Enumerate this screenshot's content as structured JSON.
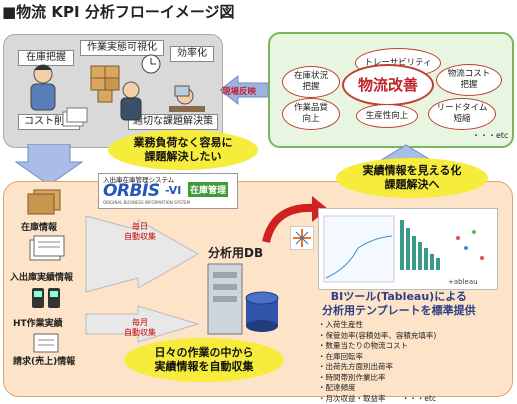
{
  "title": "■物流 KPI 分析フローイメージ図",
  "gray": {
    "labels": {
      "stock": "在庫把握",
      "visual": "作業実態可視化",
      "efficiency": "効率化",
      "cost": "コスト削減",
      "decision": "適切な課題解決策"
    }
  },
  "arrow_label": "現場反映",
  "green": {
    "center": "物流改善",
    "items": {
      "trace": "トレーサビリティ",
      "stock": "在庫状況\n把握",
      "cost": "物流コスト\n把握",
      "quality": "作業品質\n向上",
      "productivity": "生産性向上",
      "leadtime": "リードタイム\n短縮"
    },
    "etc": "etc"
  },
  "bubbles": {
    "left": "業務負荷なく容易に\n課題解決したい",
    "right": "実績情報を見える化\n課題解決へ",
    "bottom": "日々の作業の中から\n実績情報を自動収集"
  },
  "orbis": {
    "subtitle": "入出庫在庫管理システム",
    "logo": "ORBIS",
    "version": "-VI",
    "tag": "在庫管理",
    "caption": "ORIGINAL BUSINESS INFORMATION SYSTEM"
  },
  "sources": [
    "在庫情報",
    "入出庫実績情報",
    "HT作業実績",
    "請求(売上)情報"
  ],
  "collect": {
    "daily": "毎日\n自動収集",
    "monthly": "毎月\n自動収集"
  },
  "db_label": "分析用DB",
  "tableau_logo": "+ableau",
  "bi_title": "BIツール(Tableau)による\n分析用テンプレートを標準提供",
  "bi_items": [
    "入荷生産性",
    "保管効率(容積効率、容積充填率)",
    "数量当たりの物流コスト",
    "在庫回転率",
    "出荷先方面別出荷率",
    "時間帯別作業比率",
    "配達頻度",
    "月次収益・取益率"
  ],
  "bi_etc": "etc"
}
